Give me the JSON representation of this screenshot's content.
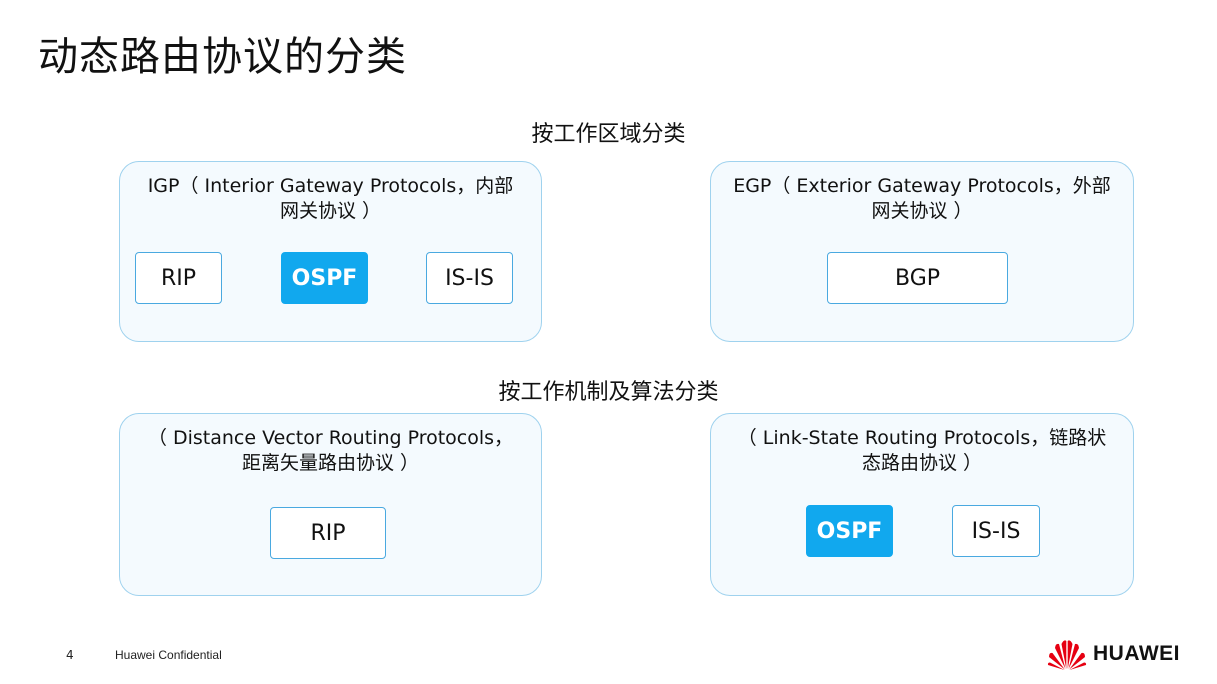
{
  "title": "动态路由协议的分类",
  "sections": {
    "by_area": "按工作区域分类",
    "by_mechanism": "按工作机制及算法分类"
  },
  "groups": {
    "igp": {
      "caption_line1": "IGP（ Interior Gateway Protocols，内部",
      "caption_line2": "网关协议 ）",
      "protocols": [
        "RIP",
        "OSPF",
        "IS-IS"
      ]
    },
    "egp": {
      "caption_line1": "EGP（ Exterior Gateway Protocols，外部",
      "caption_line2": "网关协议 ）",
      "protocols": [
        "BGP"
      ]
    },
    "dv": {
      "caption_line1": "（ Distance Vector Routing Protocols，",
      "caption_line2": "距离矢量路由协议 ）",
      "protocols": [
        "RIP"
      ]
    },
    "ls": {
      "caption_line1": "（ Link-State Routing Protocols，链路状",
      "caption_line2": "态路由协议 ）",
      "protocols": [
        "OSPF",
        "IS-IS"
      ]
    }
  },
  "footer": {
    "page_number": "4",
    "confidential": "Huawei Confidential",
    "brand": "HUAWEI"
  },
  "colors": {
    "highlight": "#11a8ee",
    "group_border": "#9fd2ee",
    "group_fill": "#f4fafe",
    "logo_red": "#e60012"
  }
}
